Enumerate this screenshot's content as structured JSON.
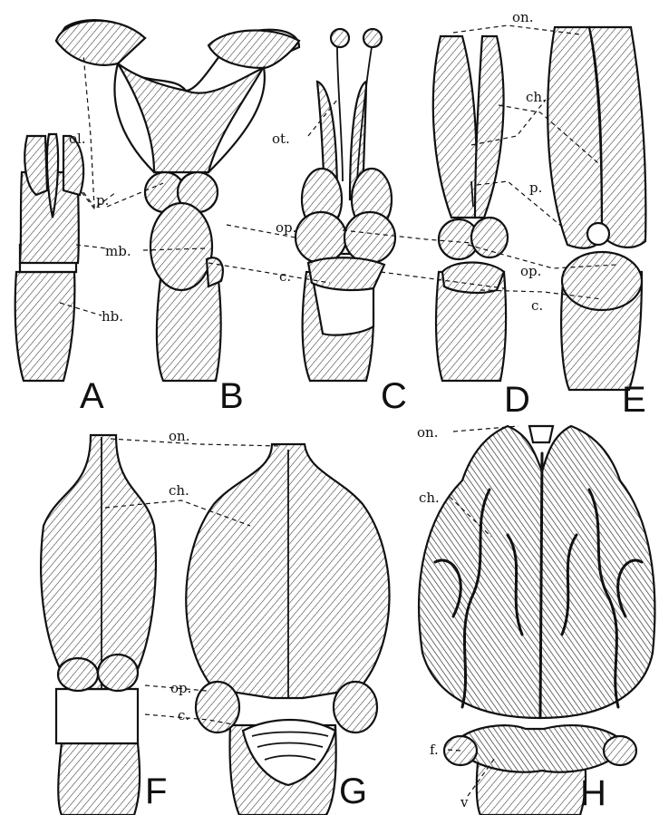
{
  "figure": {
    "panels": [
      {
        "letter": "A"
      },
      {
        "letter": "B"
      },
      {
        "letter": "C"
      },
      {
        "letter": "D"
      },
      {
        "letter": "E"
      },
      {
        "letter": "F"
      },
      {
        "letter": "G"
      },
      {
        "letter": "H"
      }
    ],
    "labels": {
      "ol": "ol.",
      "p": "p.",
      "mb": "mb.",
      "hb": "hb.",
      "ot": "ot.",
      "op": "op.",
      "c": "c.",
      "on": "on.",
      "ch": "ch.",
      "f": "f.",
      "v": "v"
    }
  }
}
